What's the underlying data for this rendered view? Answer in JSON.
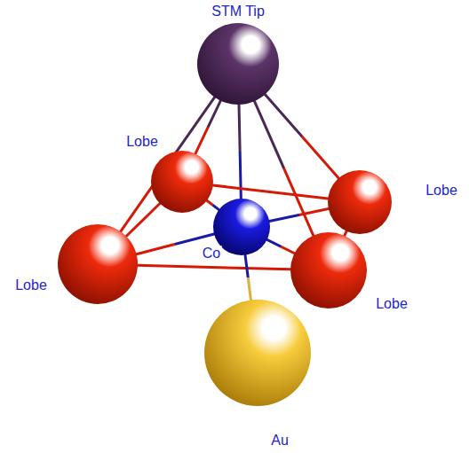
{
  "diagram": {
    "nodes": [
      {
        "text": [
          "STM Tip"
        ]
      },
      {
        "text": [
          "Lobe"
        ]
      },
      {
        "text": [
          "Lobe"
        ]
      },
      {
        "text": [
          "Lobe"
        ]
      },
      {
        "text": [
          "Co"
        ]
      },
      {
        "text": [
          "Lobe"
        ]
      },
      {
        "text": [
          "Au"
        ]
      }
    ],
    "edges": [
      {
        "from": 0,
        "to": 1,
        "arrow": "none"
      },
      {
        "from": 0,
        "to": 2,
        "arrow": "none"
      },
      {
        "from": 0,
        "to": 3,
        "arrow": "none"
      },
      {
        "from": 0,
        "to": 4,
        "arrow": "none"
      },
      {
        "from": 0,
        "to": 5,
        "arrow": "none"
      },
      {
        "from": 1,
        "to": 2,
        "arrow": "none"
      },
      {
        "from": 1,
        "to": 3,
        "arrow": "none"
      },
      {
        "from": 2,
        "to": 5,
        "arrow": "none"
      },
      {
        "from": 3,
        "to": 5,
        "arrow": "none"
      },
      {
        "from": 4,
        "to": 1,
        "arrow": "none"
      },
      {
        "from": 4,
        "to": 2,
        "arrow": "none"
      },
      {
        "from": 4,
        "to": 3,
        "arrow": "none"
      },
      {
        "from": 4,
        "to": 5,
        "arrow": "none"
      },
      {
        "from": 4,
        "to": 6,
        "arrow": "none"
      }
    ]
  }
}
